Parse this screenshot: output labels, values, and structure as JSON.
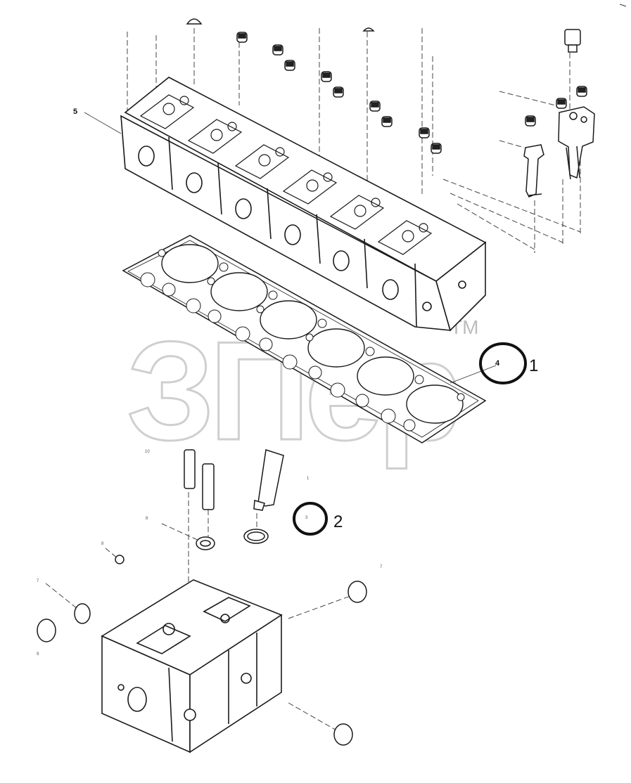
{
  "watermark": {
    "text": "ЗПер",
    "mark": "TM"
  },
  "callouts": {
    "c5": "5",
    "c4": "4",
    "c1": "1",
    "c2": "2",
    "s3": "3",
    "s8a": "8",
    "s8b": "8",
    "s7a": "7",
    "s7b": "7",
    "s9": "9",
    "s10": "10",
    "s11": "1"
  },
  "colors": {
    "line": "#1a1a1a",
    "highlight": "#111111",
    "watermark": "#cfcfcf"
  }
}
